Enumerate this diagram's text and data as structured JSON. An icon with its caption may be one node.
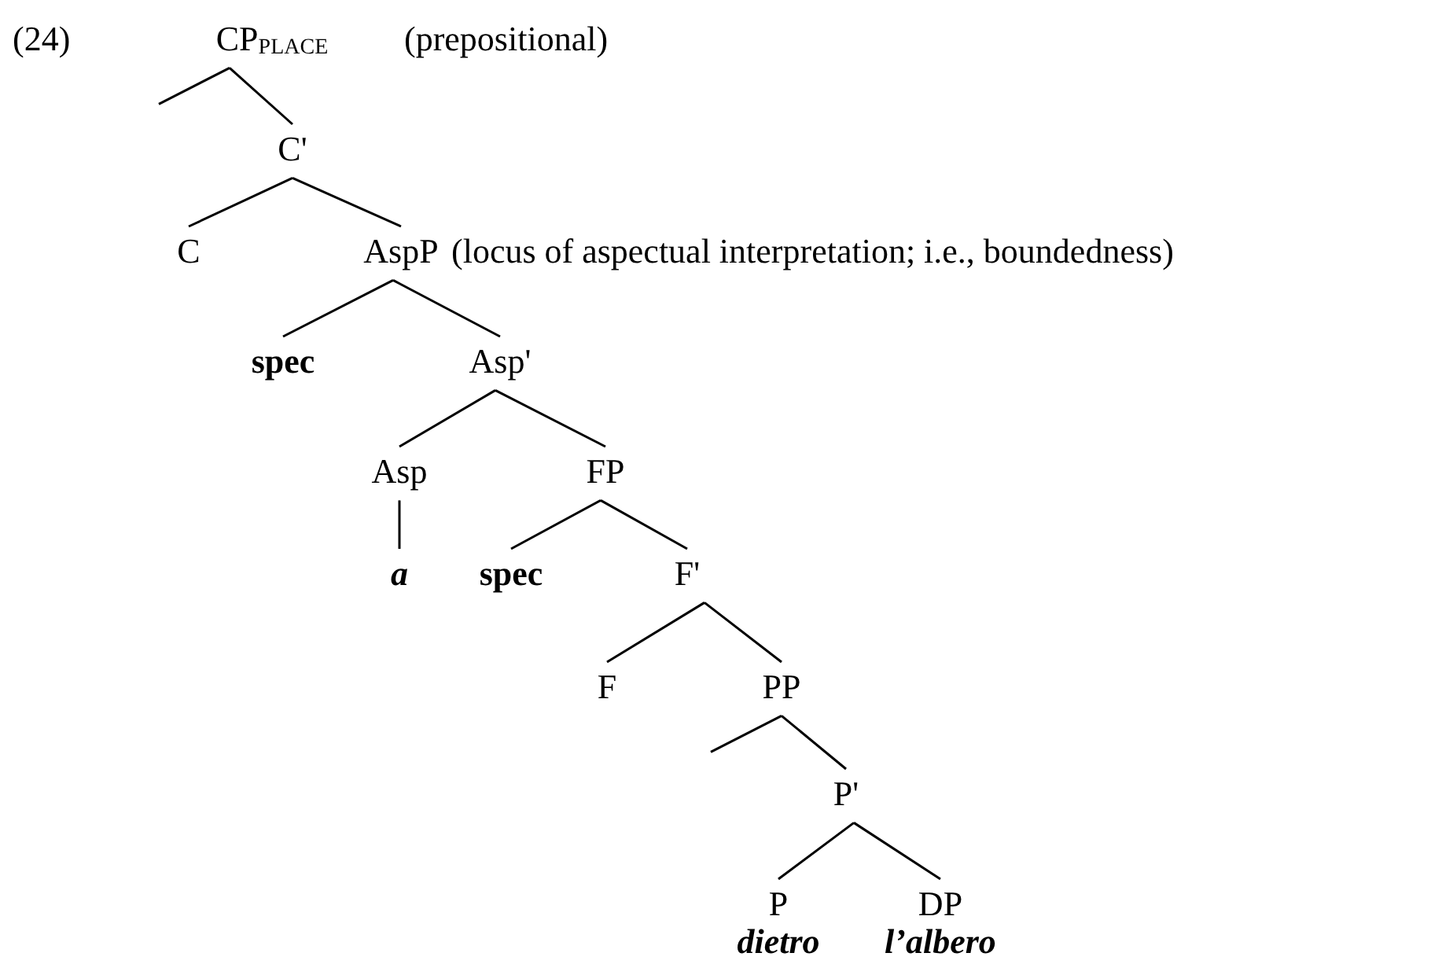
{
  "diagram": {
    "nodes": [
      {
        "text": [
          "CP$_{PLACE}$"
        ],
        "beside": [
          "(prepositional)"
        ]
      },
      {
        "text": [
          "C'"
        ]
      },
      {
        "text": [
          "C"
        ]
      },
      {
        "text": [
          "AspP"
        ],
        "beside": [
          "(locus of aspectual interpretation; i.e., boundedness)"
        ]
      },
      {
        "text": [
          "spec"
        ]
      },
      {
        "text": [
          "Asp'"
        ]
      },
      {
        "text": [
          "Asp"
        ]
      },
      {
        "text": [
          "FP"
        ]
      },
      {
        "text": [
          "a"
        ]
      },
      {
        "text": [
          "spec"
        ]
      },
      {
        "text": [
          "F'"
        ]
      },
      {
        "text": [
          "F"
        ]
      },
      {
        "text": [
          "PP"
        ]
      },
      {
        "text": [
          "P'"
        ]
      },
      {
        "text": [
          "P",
          "dietro"
        ]
      },
      {
        "text": [
          "DP",
          "l’albero"
        ]
      }
    ],
    "edges": [
      {
        "from": 0,
        "to": null,
        "arrow": "none"
      },
      {
        "from": 0,
        "to": 1,
        "arrow": "none"
      },
      {
        "from": 1,
        "to": 2,
        "arrow": "none"
      },
      {
        "from": 1,
        "to": 3,
        "arrow": "none"
      },
      {
        "from": 3,
        "to": 4,
        "arrow": "none"
      },
      {
        "from": 3,
        "to": 5,
        "arrow": "none"
      },
      {
        "from": 5,
        "to": 6,
        "arrow": "none"
      },
      {
        "from": 5,
        "to": 7,
        "arrow": "none"
      },
      {
        "from": 6,
        "to": 8,
        "arrow": "none"
      },
      {
        "from": 7,
        "to": 9,
        "arrow": "none"
      },
      {
        "from": 7,
        "to": 10,
        "arrow": "none"
      },
      {
        "from": 10,
        "to": 11,
        "arrow": "none"
      },
      {
        "from": 10,
        "to": 12,
        "arrow": "none"
      },
      {
        "from": 12,
        "to": null,
        "arrow": "none"
      },
      {
        "from": 12,
        "to": 13,
        "arrow": "none"
      },
      {
        "from": 13,
        "to": 14,
        "arrow": "none"
      },
      {
        "from": 13,
        "to": 15,
        "arrow": "none"
      }
    ],
    "labels": [
      "(24)"
    ]
  }
}
